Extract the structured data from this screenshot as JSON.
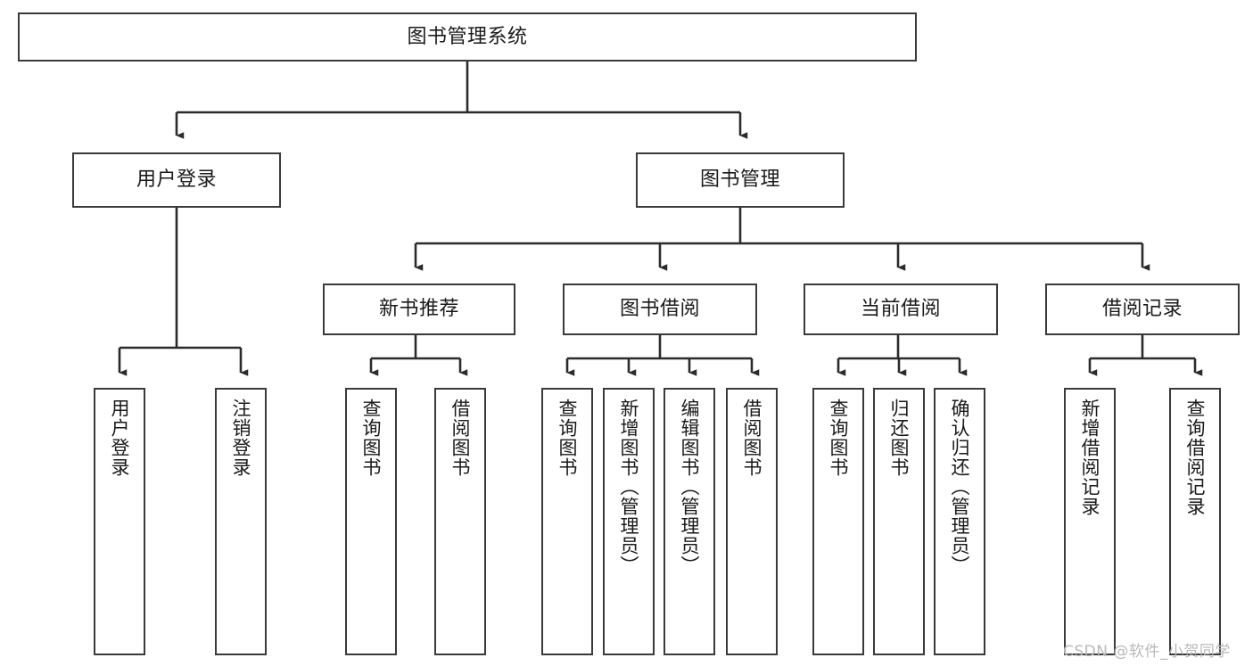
{
  "diagram": {
    "title": "图书管理系统",
    "type": "tree-hierarchy-chart",
    "colors": {
      "box_border": "#3a3a3a",
      "box_fill": "#ffffff",
      "connector": "#2b2b2b",
      "text": "#1a1a1a",
      "background": "#ffffff",
      "watermark": "#b9b9b9"
    },
    "root": {
      "label": "图书管理系统"
    },
    "level2": [
      {
        "label": "用户登录"
      },
      {
        "label": "图书管理"
      }
    ],
    "level3": [
      {
        "label": "新书推荐"
      },
      {
        "label": "图书借阅"
      },
      {
        "label": "当前借阅"
      },
      {
        "label": "借阅记录"
      }
    ],
    "leaves": {
      "user_login": [
        {
          "label": "用户登录"
        },
        {
          "label": "注销登录"
        }
      ],
      "new_book_recommend": [
        {
          "label": "查询图书"
        },
        {
          "label": "借阅图书"
        }
      ],
      "book_borrow": [
        {
          "label": "查询图书"
        },
        {
          "label": "新增图书（管理员）"
        },
        {
          "label": "编辑图书（管理员）"
        },
        {
          "label": "借阅图书"
        }
      ],
      "current_borrow": [
        {
          "label": "查询图书"
        },
        {
          "label": "归还图书"
        },
        {
          "label": "确认归还（管理员）"
        }
      ],
      "borrow_record": [
        {
          "label": "新增借阅记录"
        },
        {
          "label": "查询借阅记录"
        }
      ]
    }
  },
  "watermark": {
    "text": "CSDN @软件_小贺同学"
  }
}
